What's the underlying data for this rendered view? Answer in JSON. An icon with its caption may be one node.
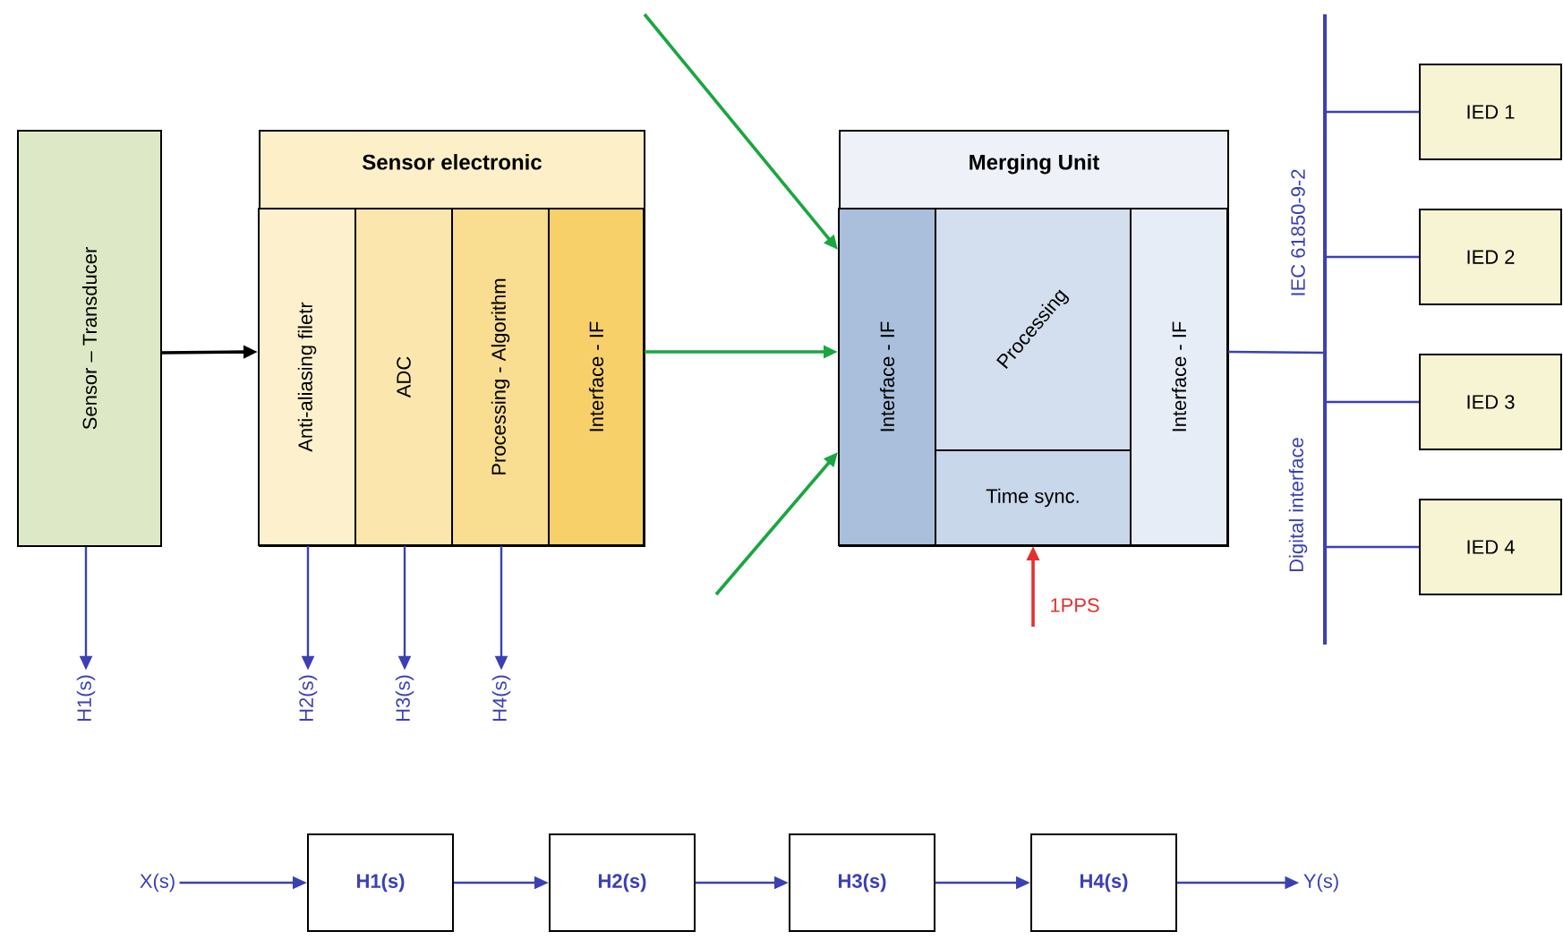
{
  "diagram": {
    "nodes": [
      {
        "text": [
          "Sensor – Transducer"
        ]
      },
      {
        "text": [
          "Sensor electronic"
        ]
      },
      {
        "text": [
          "Anti-aliasing filetr"
        ],
        "in": 1
      },
      {
        "text": [
          "ADC"
        ],
        "in": 1
      },
      {
        "text": [
          "Processing - Algorithm"
        ],
        "in": 1
      },
      {
        "text": [
          "Interface - IF"
        ],
        "in": 1
      },
      {
        "text": [
          "Merging Unit"
        ]
      },
      {
        "text": [
          "Interface - IF"
        ],
        "in": 6
      },
      {
        "text": [
          "Processing"
        ],
        "in": 6
      },
      {
        "text": [
          "Time sync."
        ],
        "in": 6
      },
      {
        "text": [
          "Interface - IF"
        ],
        "in": 6
      },
      {
        "text": [],
        "shape": "bar",
        "beside": [
          "IEC 61850-9-2",
          "Digital interface"
        ]
      },
      {
        "text": [
          "IED 1"
        ]
      },
      {
        "text": [
          "IED 2"
        ]
      },
      {
        "text": [
          "IED 3"
        ]
      },
      {
        "text": [
          "IED 4"
        ]
      },
      {
        "text": [
          "H1(s)"
        ]
      },
      {
        "text": [
          "H2(s)"
        ]
      },
      {
        "text": [
          "H3(s)"
        ]
      },
      {
        "text": [
          "H4(s)"
        ]
      },
      {
        "text": [
          "X(s)"
        ]
      },
      {
        "text": [
          "H1(s)"
        ]
      },
      {
        "text": [
          "H2(s)"
        ]
      },
      {
        "text": [
          "H3(s)"
        ]
      },
      {
        "text": [
          "H4(s)"
        ]
      },
      {
        "text": [
          "Y(s)"
        ]
      }
    ],
    "edges": [
      {
        "from": 0,
        "to": 2,
        "arrow": "to",
        "color": "#000000"
      },
      {
        "from": 5,
        "to": 7,
        "arrow": "to",
        "color": "#1aa640"
      },
      {
        "from": null,
        "to": 7,
        "arrow": "to",
        "color": "#1aa640"
      },
      {
        "from": null,
        "to": 7,
        "arrow": "to",
        "color": "#1aa640"
      },
      {
        "from": null,
        "to": 9,
        "arrow": "to",
        "label": "1PPS",
        "color": "#e53030"
      },
      {
        "from": 10,
        "to": 11,
        "arrow": "none"
      },
      {
        "from": 11,
        "to": 12,
        "arrow": "none"
      },
      {
        "from": 11,
        "to": 13,
        "arrow": "none"
      },
      {
        "from": 11,
        "to": 14,
        "arrow": "none"
      },
      {
        "from": 11,
        "to": 15,
        "arrow": "none"
      },
      {
        "from": 0,
        "to": 16,
        "arrow": "to"
      },
      {
        "from": 2,
        "to": 17,
        "arrow": "to"
      },
      {
        "from": 3,
        "to": 18,
        "arrow": "to"
      },
      {
        "from": 4,
        "to": 19,
        "arrow": "to"
      },
      {
        "from": 20,
        "to": 21,
        "arrow": "to"
      },
      {
        "from": 21,
        "to": 22,
        "arrow": "to"
      },
      {
        "from": 22,
        "to": 23,
        "arrow": "to"
      },
      {
        "from": 23,
        "to": 24,
        "arrow": "to"
      },
      {
        "from": 24,
        "to": 25,
        "arrow": "to"
      }
    ]
  }
}
